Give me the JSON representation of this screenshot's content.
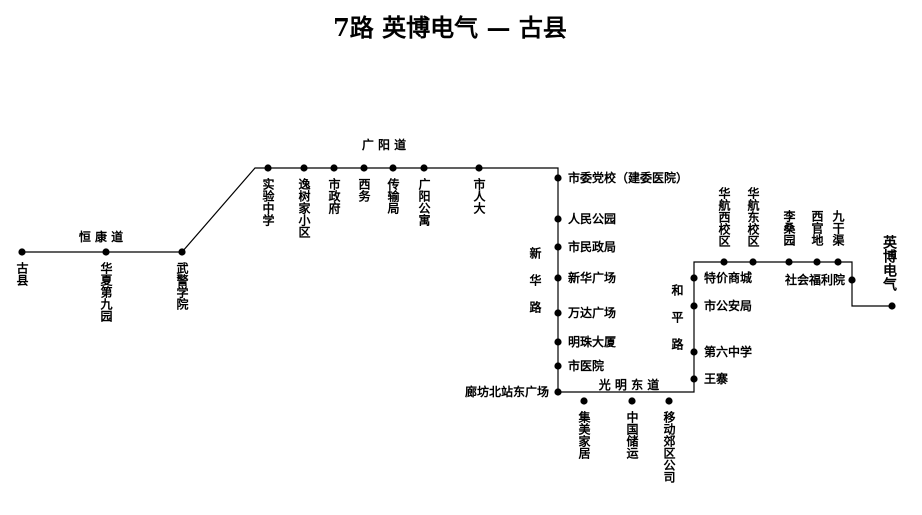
{
  "title": "7路  英博电气 — 古县",
  "roads": {
    "hengkang": "恒 康 道",
    "guangyang": "广 阳 道",
    "xinhua": "新华路",
    "guangmingdong": "光 明 东 道",
    "heping": "和平路"
  },
  "stations": {
    "guxian": "古县",
    "huaxia": "华夏第九园",
    "wujing": "武警学院",
    "shiyan": "实验中学",
    "yishujia": "逸树家小区",
    "shizhengfu": "市政府",
    "xiwu": "西务",
    "chuanshu": "传输局",
    "guangyang_gy": "广阳公寓",
    "shirenda": "市人大",
    "shiwei": "市委党校（建委医院）",
    "renmin": "人民公园",
    "shiminzheng": "市民政局",
    "xinhuaguangchang": "新华广场",
    "wanda": "万达广场",
    "mingzhu": "明珠大厦",
    "shiyiyuan": "市医院",
    "langfang": "廊坊北站东广场",
    "jimei": "集美家居",
    "zhongguo": "中国储运",
    "yidong": "移动郊区公司",
    "wangzhai": "王寨",
    "diliu": "第六中学",
    "shigongan": "市公安局",
    "tejia": "特价商城",
    "huahang_xi": "华航西校区",
    "huahang_dong": "华航东校区",
    "lisangyuan": "李桑园",
    "xiguandi": "西官地",
    "jiuganqu": "九干渠",
    "shehui": "社会福利院",
    "yingbo": "英博电气"
  }
}
